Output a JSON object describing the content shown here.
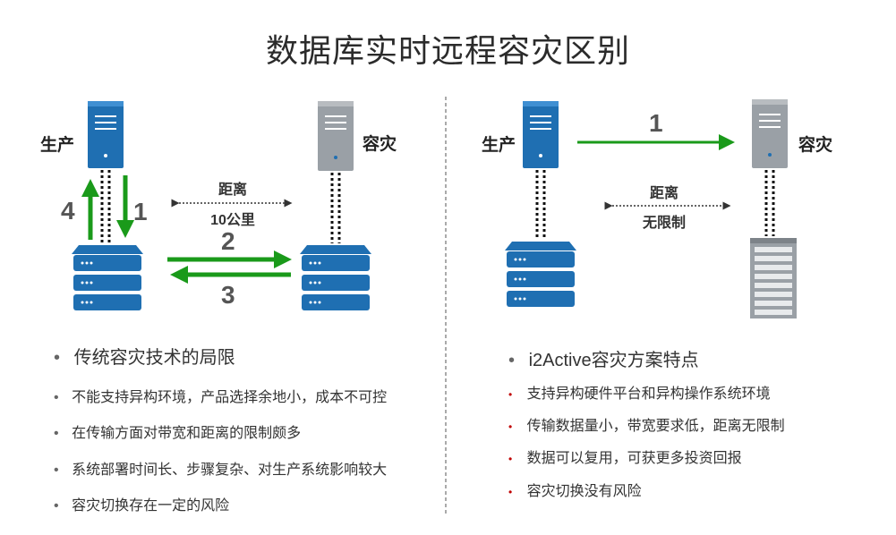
{
  "title": "数据库实时远程容灾区别",
  "left": {
    "label_prod": "生产",
    "label_dr": "容灾",
    "distance_label": "距离",
    "distance_value": "10公里",
    "step_nums": [
      "4",
      "1",
      "2",
      "3"
    ],
    "heading": "传统容灾技术的局限",
    "items": [
      "不能支持异构环境，产品选择余地小，成本不可控",
      "在传输方面对带宽和距离的限制颇多",
      "系统部署时间长、步骤复杂、对生产系统影响较大",
      "容灾切换存在一定的风险"
    ]
  },
  "right": {
    "label_prod": "生产",
    "label_dr": "容灾",
    "step_num": "1",
    "distance_label": "距离",
    "distance_value": "无限制",
    "heading": "i2Active容灾方案特点",
    "items": [
      "支持异构硬件平台和异构操作系统环境",
      "传输数据量小，带宽要求低，距离无限制",
      "数据可以复用，可获更多投资回报",
      "容灾切换没有风险"
    ]
  },
  "bullets": {
    "gray": "•",
    "red": "•"
  },
  "colors": {
    "server_blue": "#1f6fb2",
    "server_gray": "#9aa0a6",
    "arrow_green": "#1a9a1a",
    "bullet_red": "#c00000"
  }
}
